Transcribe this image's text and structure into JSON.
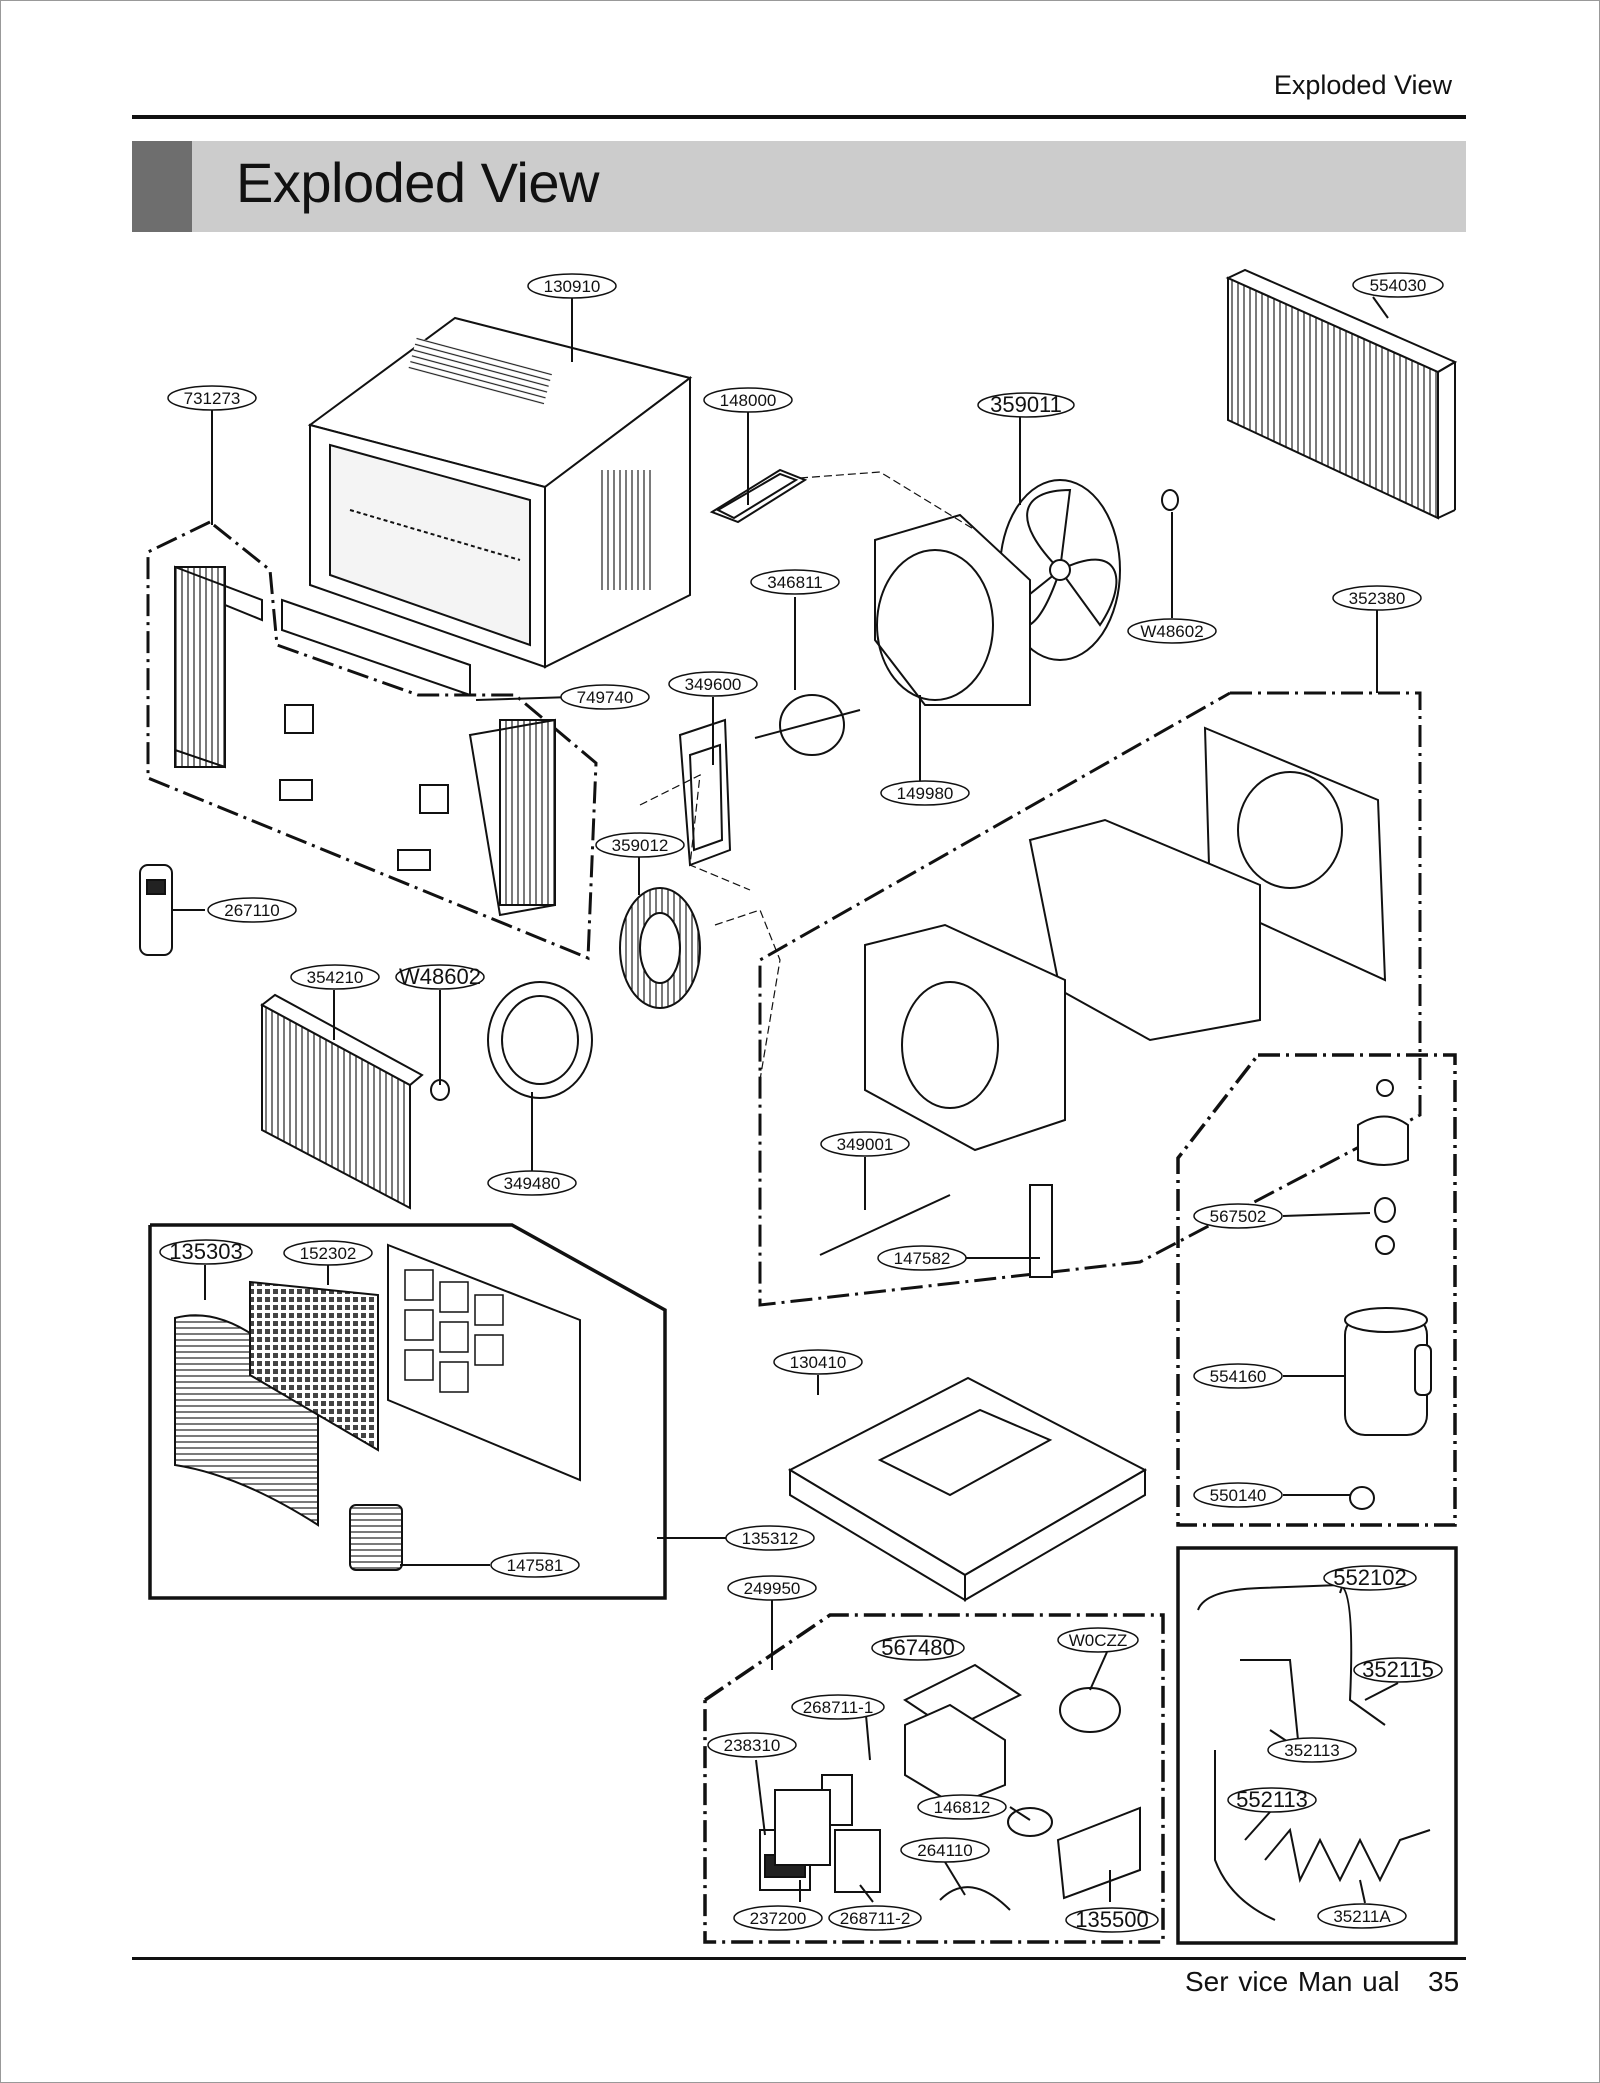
{
  "header": {
    "section": "Exploded View",
    "title": "Exploded View"
  },
  "footer": {
    "manual": "Ser vice Man ual",
    "page": "35"
  },
  "parts": [
    "130910",
    "731273",
    "148000",
    "359011",
    "554030",
    "346811",
    "W48602",
    "352380",
    "749740",
    "349600",
    "149980",
    "359012",
    "267110",
    "354210",
    "W48602",
    "349480",
    "349001",
    "147582",
    "567502",
    "135303",
    "152302",
    "130410",
    "554160",
    "550140",
    "135312",
    "147581",
    "249950",
    "552102",
    "567480",
    "W0CZZ",
    "352115",
    "268711-1",
    "238310",
    "352113",
    "146812",
    "552113",
    "264110",
    "237200",
    "268711-2",
    "135500",
    "35211A"
  ]
}
